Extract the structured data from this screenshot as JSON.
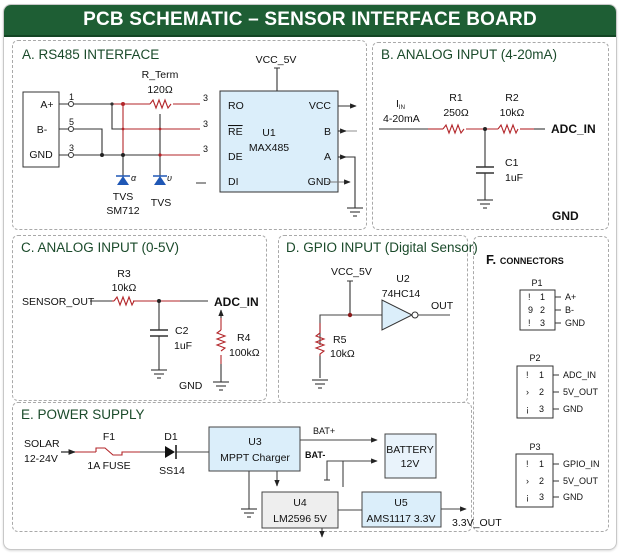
{
  "title": "PCB SCHEMATIC – SENSOR INTERFACE BOARD",
  "colors": {
    "title_bg": "#1e5e34",
    "panel_title": "#1a4a2a",
    "wire": "#3a3a3a",
    "wire_red": "#b3262a",
    "ic_fill": "#dbeefa",
    "ic_grey": "#eeeeee",
    "tvs_blue": "#1f57b5"
  },
  "sections": {
    "a": {
      "title": "A. RS485 INTERFACE",
      "connector_pins": [
        {
          "label": "A+",
          "num": "1"
        },
        {
          "label": "B-",
          "num": "5"
        },
        {
          "label": "GND",
          "num": "3"
        }
      ],
      "r_term": {
        "ref": "R_Term",
        "value": "120Ω"
      },
      "tvs1": {
        "ref": "TVS",
        "value": "SM712",
        "mark": "α"
      },
      "tvs2": {
        "ref": "TVS",
        "mark": "υ"
      },
      "net_nums": [
        "3",
        "3",
        "3"
      ],
      "u1": {
        "supply": "VCC_5V",
        "ref": "U1",
        "part": "MAX485",
        "left_pins": [
          "RO",
          "RE",
          "DE",
          "DI"
        ],
        "right_pins": [
          "VCC",
          "B",
          "A",
          "GND"
        ]
      }
    },
    "b": {
      "title": "B. ANALOG INPUT (4-20mA)",
      "input_label": "I",
      "input_sub": "IN",
      "input_range": "4-20mA",
      "r1": {
        "ref": "R1",
        "value": "250Ω"
      },
      "r2": {
        "ref": "R2",
        "value": "10kΩ"
      },
      "c1": {
        "ref": "C1",
        "value": "1uF"
      },
      "output": "ADC_IN",
      "gnd": "GND"
    },
    "c": {
      "title": "C. ANALOG INPUT (0-5V)",
      "input": "SENSOR_OUT",
      "r3": {
        "ref": "R3",
        "value": "10kΩ"
      },
      "c2": {
        "ref": "C2",
        "value": "1uF"
      },
      "r4": {
        "ref": "R4",
        "value": "100kΩ"
      },
      "output": "ADC_IN",
      "gnd": "GND"
    },
    "d": {
      "title": "D. GPIO INPUT (Digital Sensor)",
      "supply": "VCC_5V",
      "u2": {
        "ref": "U2",
        "part": "74HC14"
      },
      "output": "OUT",
      "r5": {
        "ref": "R5",
        "value": "10kΩ"
      }
    },
    "e": {
      "title": "E. POWER SUPPLY",
      "input": [
        "SOLAR",
        "12-24V"
      ],
      "f1": {
        "ref": "F1",
        "value": "1A FUSE"
      },
      "d1": {
        "ref": "D1",
        "value": "SS14"
      },
      "u3": {
        "ref": "U3",
        "part": "MPPT Charger"
      },
      "bat_plus": "BAT+",
      "bat_minus": "BAT-",
      "battery": {
        "name": "BATTERY",
        "voltage": "12V"
      },
      "u4": {
        "ref": "U4",
        "part": "LM2596 5V"
      },
      "u5": {
        "ref": "U5",
        "part": "AMS1117 3.3V"
      },
      "output": "3.3V_OUT"
    },
    "f": {
      "title_letter": "F.",
      "title_word": "CONNECTORS",
      "connectors": [
        {
          "ref": "P1",
          "pins": [
            {
              "mark": "!",
              "num": "1",
              "net": "A+"
            },
            {
              "mark": "9",
              "num": "2",
              "net": "B-"
            },
            {
              "mark": "!",
              "num": "3",
              "net": "GND"
            }
          ]
        },
        {
          "ref": "P2",
          "pins": [
            {
              "mark": "!",
              "num": "1",
              "net": "ADC_IN"
            },
            {
              "mark": "›",
              "num": "2",
              "net": "5V_OUT"
            },
            {
              "mark": "¡",
              "num": "3",
              "net": "GND"
            }
          ]
        },
        {
          "ref": "P3",
          "pins": [
            {
              "mark": "!",
              "num": "1",
              "net": "GPIO_IN"
            },
            {
              "mark": "›",
              "num": "2",
              "net": "5V_OUT"
            },
            {
              "mark": "¡",
              "num": "3",
              "net": "GND"
            }
          ]
        }
      ]
    }
  }
}
